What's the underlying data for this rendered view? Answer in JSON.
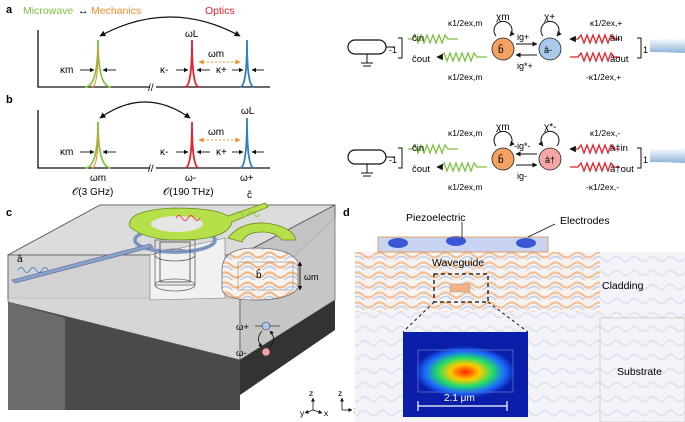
{
  "panels": {
    "a": {
      "label": "a",
      "legend": {
        "microwave": "Microwave",
        "arrow": "↔",
        "mechanics": "Mechanics",
        "optics": "Optics"
      },
      "kappa_m": "κm",
      "kappa_minus": "κ-",
      "kappa_plus": "κ+",
      "omega_L": "ωL",
      "omega_m": "ωm",
      "circuit": {
        "c_in": "ĉin",
        "c_out": "ĉout",
        "b": "b̂",
        "a_minus": "â-",
        "a_in": "âin",
        "a_out": "âout",
        "chi_m": "χm",
        "chi_plus": "χ+",
        "ig_plus": "ig+",
        "ig_plus_star": "ig*+",
        "kex_m_top": "κ1/2ex,m",
        "kex_m_bot": "κ1/2ex,m",
        "kex_plus_top": "κ1/2ex,+",
        "kex_plus_bot": "-κ1/2ex,+",
        "minus_one": "-1",
        "one": "1"
      }
    },
    "b": {
      "label": "b",
      "kappa_m": "κm",
      "kappa_minus": "κ-",
      "kappa_plus": "κ+",
      "omega_L": "ωL",
      "omega_m": "ωm",
      "x_omega_m": "ωm",
      "x_omega_minus": "ω-",
      "x_omega_plus": "ω+",
      "scale_low": "𝒪(3 GHz)",
      "scale_high": "𝒪(190 THz)",
      "circuit": {
        "c_in": "ĉin",
        "c_out": "ĉout",
        "b": "b̂",
        "a_dag": "â†",
        "a_in": "â†in",
        "a_out": "â†out",
        "chi_m": "χm",
        "chi_star": "χ*-",
        "ig_star": "-ig*-",
        "ig_minus": "ig-",
        "kex_m_top": "κ1/2ex,m",
        "kex_m_bot": "κ1/2ex,m",
        "kex_minus_top": "κ1/2ex,-",
        "kex_minus_bot": "-κ1/2ex,-",
        "minus_one": "-1",
        "one": "1"
      }
    },
    "c": {
      "label": "c",
      "a_hat": "â",
      "c_hat": "ĉ",
      "b_hat": "b̂",
      "omega_m": "ωm",
      "omega_plus": "ω+",
      "omega_minus": "ω-",
      "axis_z": "z",
      "axis_x": "x",
      "axis_y": "y"
    },
    "d": {
      "label": "d",
      "piezo": "Piezoelectric",
      "electrodes": "Electrodes",
      "waveguide": "Waveguide",
      "cladding": "Cladding",
      "substrate": "Substrate",
      "scale": "2.1 μm"
    }
  },
  "colors": {
    "microwave": "#7dc242",
    "mechanics": "#f28c28",
    "optics": "#e8202a",
    "blue": "#2f7fc1",
    "orange_node": "#f4a261",
    "blue_node": "#a9c8ea",
    "pink_node": "#f4a6a6"
  }
}
